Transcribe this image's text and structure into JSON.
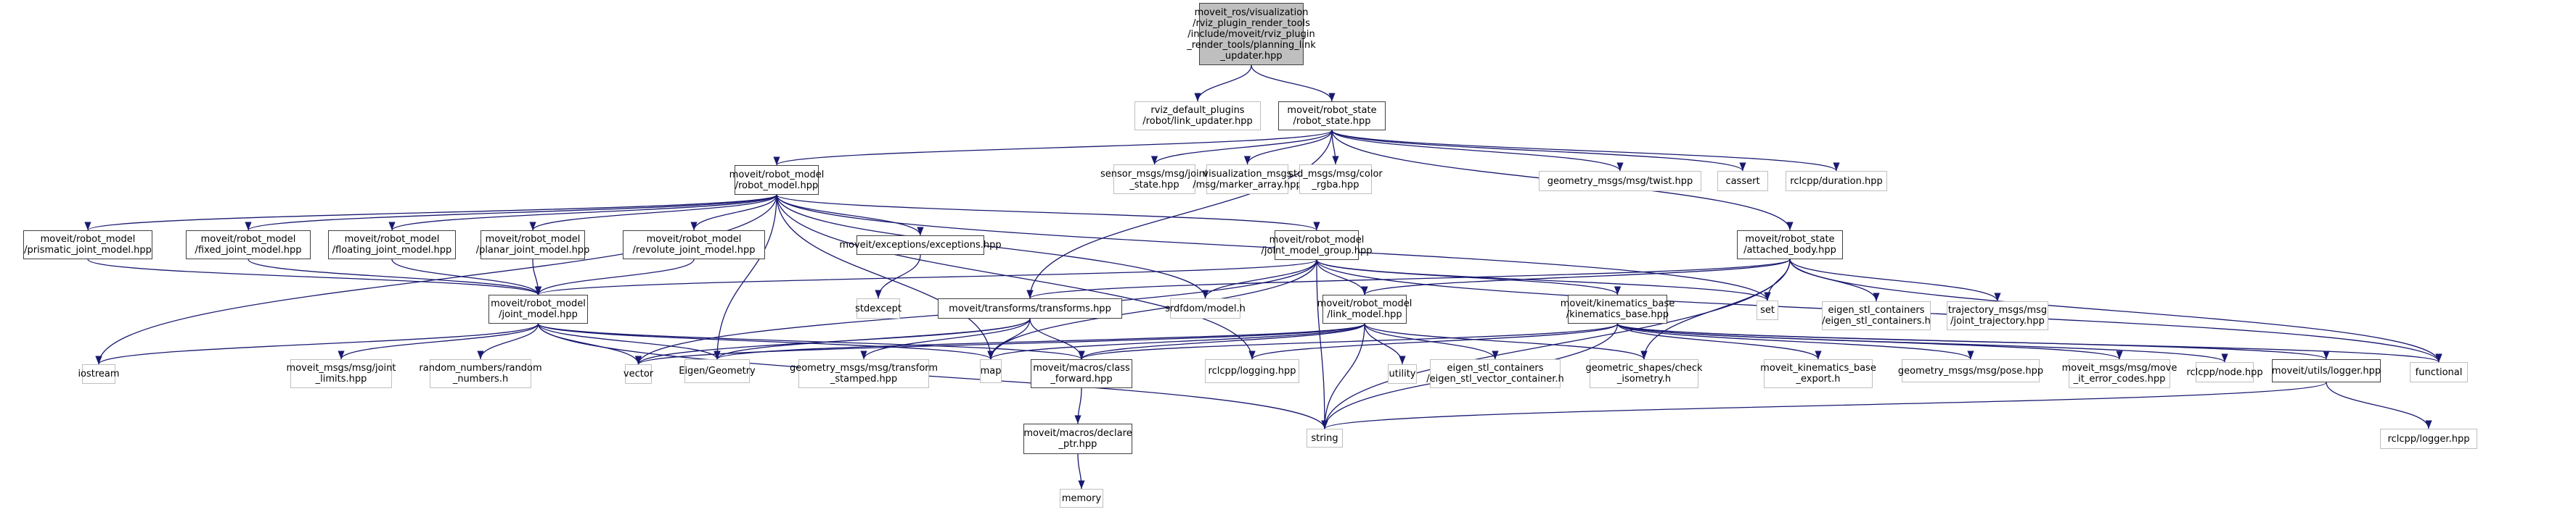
{
  "graph": {
    "title": "Include dependency graph for planning_link_updater.hpp",
    "edge_color": "#191970",
    "root_fill": "#bfbfbf",
    "nodes": [
      {
        "id": "root",
        "label": "moveit_ros/visualization\n/rviz_plugin_render_tools\n/include/moveit/rviz_plugin\n_render_tools/planning_link\n_updater.hpp",
        "kind": "root"
      },
      {
        "id": "link_updater",
        "label": "rviz_default_plugins\n/robot/link_updater.hpp",
        "kind": "external"
      },
      {
        "id": "robot_state",
        "label": "moveit/robot_state\n/robot_state.hpp",
        "kind": "internal"
      },
      {
        "id": "robot_model",
        "label": "moveit/robot_model\n/robot_model.hpp",
        "kind": "internal"
      },
      {
        "id": "joint_state",
        "label": "sensor_msgs/msg/joint\n_state.hpp",
        "kind": "external"
      },
      {
        "id": "marker_array",
        "label": "visualization_msgs\n/msg/marker_array.hpp",
        "kind": "external"
      },
      {
        "id": "color_rgba",
        "label": "std_msgs/msg/color\n_rgba.hpp",
        "kind": "external"
      },
      {
        "id": "twist",
        "label": "geometry_msgs/msg/twist.hpp",
        "kind": "external"
      },
      {
        "id": "cassert",
        "label": "cassert",
        "kind": "external"
      },
      {
        "id": "duration",
        "label": "rclcpp/duration.hpp",
        "kind": "external"
      },
      {
        "id": "prismatic",
        "label": "moveit/robot_model\n/prismatic_joint_model.hpp",
        "kind": "internal"
      },
      {
        "id": "fixed",
        "label": "moveit/robot_model\n/fixed_joint_model.hpp",
        "kind": "internal"
      },
      {
        "id": "floating",
        "label": "moveit/robot_model\n/floating_joint_model.hpp",
        "kind": "internal"
      },
      {
        "id": "planar",
        "label": "moveit/robot_model\n/planar_joint_model.hpp",
        "kind": "internal"
      },
      {
        "id": "revolute",
        "label": "moveit/robot_model\n/revolute_joint_model.hpp",
        "kind": "internal"
      },
      {
        "id": "exceptions",
        "label": "moveit/exceptions/exceptions.hpp",
        "kind": "internal"
      },
      {
        "id": "jmg",
        "label": "moveit/robot_model\n/joint_model_group.hpp",
        "kind": "internal"
      },
      {
        "id": "attached_body",
        "label": "moveit/robot_state\n/attached_body.hpp",
        "kind": "internal"
      },
      {
        "id": "joint_model",
        "label": "moveit/robot_model\n/joint_model.hpp",
        "kind": "internal"
      },
      {
        "id": "stdexcept",
        "label": "stdexcept",
        "kind": "external"
      },
      {
        "id": "transforms",
        "label": "moveit/transforms/transforms.hpp",
        "kind": "internal"
      },
      {
        "id": "srdf",
        "label": "srdfdom/model.h",
        "kind": "external"
      },
      {
        "id": "link_model",
        "label": "moveit/robot_model\n/link_model.hpp",
        "kind": "internal"
      },
      {
        "id": "kin_base",
        "label": "moveit/kinematics_base\n/kinematics_base.hpp",
        "kind": "internal"
      },
      {
        "id": "set",
        "label": "set",
        "kind": "external"
      },
      {
        "id": "eigen_containers",
        "label": "eigen_stl_containers\n/eigen_stl_containers.h",
        "kind": "external"
      },
      {
        "id": "joint_traj",
        "label": "trajectory_msgs/msg\n/joint_trajectory.hpp",
        "kind": "external"
      },
      {
        "id": "iostream",
        "label": "iostream",
        "kind": "external"
      },
      {
        "id": "joint_limits",
        "label": "moveit_msgs/msg/joint\n_limits.hpp",
        "kind": "external"
      },
      {
        "id": "random_numbers",
        "label": "random_numbers/random\n_numbers.h",
        "kind": "external"
      },
      {
        "id": "vector",
        "label": "vector",
        "kind": "external"
      },
      {
        "id": "eigen_geometry",
        "label": "Eigen/Geometry",
        "kind": "external"
      },
      {
        "id": "transform_stamped",
        "label": "geometry_msgs/msg/transform\n_stamped.hpp",
        "kind": "external"
      },
      {
        "id": "map",
        "label": "map",
        "kind": "external"
      },
      {
        "id": "class_forward",
        "label": "moveit/macros/class\n_forward.hpp",
        "kind": "internal"
      },
      {
        "id": "logging",
        "label": "rclcpp/logging.hpp",
        "kind": "external"
      },
      {
        "id": "utility",
        "label": "utility",
        "kind": "external"
      },
      {
        "id": "eigen_vector_container",
        "label": "eigen_stl_containers\n/eigen_stl_vector_container.h",
        "kind": "external"
      },
      {
        "id": "check_isometry",
        "label": "geometric_shapes/check\n_isometry.h",
        "kind": "external"
      },
      {
        "id": "kin_export",
        "label": "moveit_kinematics_base\n_export.h",
        "kind": "external"
      },
      {
        "id": "pose",
        "label": "geometry_msgs/msg/pose.hpp",
        "kind": "external"
      },
      {
        "id": "error_codes",
        "label": "moveit_msgs/msg/move\n_it_error_codes.hpp",
        "kind": "external"
      },
      {
        "id": "node",
        "label": "rclcpp/node.hpp",
        "kind": "external"
      },
      {
        "id": "logger",
        "label": "moveit/utils/logger.hpp",
        "kind": "internal"
      },
      {
        "id": "functional",
        "label": "functional",
        "kind": "external"
      },
      {
        "id": "declare_ptr",
        "label": "moveit/macros/declare\n_ptr.hpp",
        "kind": "internal"
      },
      {
        "id": "string",
        "label": "string",
        "kind": "external"
      },
      {
        "id": "rclcpp_logger",
        "label": "rclcpp/logger.hpp",
        "kind": "external"
      },
      {
        "id": "memory",
        "label": "memory",
        "kind": "external"
      }
    ],
    "edges": [
      [
        "root",
        "link_updater"
      ],
      [
        "root",
        "robot_state"
      ],
      [
        "robot_state",
        "robot_model"
      ],
      [
        "robot_state",
        "joint_state"
      ],
      [
        "robot_state",
        "marker_array"
      ],
      [
        "robot_state",
        "color_rgba"
      ],
      [
        "robot_state",
        "twist"
      ],
      [
        "robot_state",
        "cassert"
      ],
      [
        "robot_state",
        "duration"
      ],
      [
        "robot_state",
        "attached_body"
      ],
      [
        "robot_state",
        "transforms"
      ],
      [
        "robot_model",
        "prismatic"
      ],
      [
        "robot_model",
        "fixed"
      ],
      [
        "robot_model",
        "floating"
      ],
      [
        "robot_model",
        "planar"
      ],
      [
        "robot_model",
        "revolute"
      ],
      [
        "robot_model",
        "exceptions"
      ],
      [
        "robot_model",
        "jmg"
      ],
      [
        "robot_model",
        "iostream"
      ],
      [
        "robot_model",
        "eigen_geometry"
      ],
      [
        "robot_model",
        "map"
      ],
      [
        "robot_model",
        "srdf"
      ],
      [
        "robot_model",
        "logging"
      ],
      [
        "robot_model",
        "set"
      ],
      [
        "prismatic",
        "joint_model"
      ],
      [
        "fixed",
        "joint_model"
      ],
      [
        "floating",
        "joint_model"
      ],
      [
        "planar",
        "joint_model"
      ],
      [
        "revolute",
        "joint_model"
      ],
      [
        "exceptions",
        "stdexcept"
      ],
      [
        "jmg",
        "joint_model"
      ],
      [
        "jmg",
        "link_model"
      ],
      [
        "jmg",
        "srdf"
      ],
      [
        "jmg",
        "kin_base"
      ],
      [
        "jmg",
        "set"
      ],
      [
        "jmg",
        "functional"
      ],
      [
        "jmg",
        "string"
      ],
      [
        "jmg",
        "map"
      ],
      [
        "jmg",
        "vector"
      ],
      [
        "attached_body",
        "link_model"
      ],
      [
        "attached_body",
        "transforms"
      ],
      [
        "attached_body",
        "set"
      ],
      [
        "attached_body",
        "eigen_containers"
      ],
      [
        "attached_body",
        "joint_traj"
      ],
      [
        "attached_body",
        "functional"
      ],
      [
        "attached_body",
        "string"
      ],
      [
        "attached_body",
        "check_isometry"
      ],
      [
        "joint_model",
        "iostream"
      ],
      [
        "joint_model",
        "joint_limits"
      ],
      [
        "joint_model",
        "random_numbers"
      ],
      [
        "joint_model",
        "vector"
      ],
      [
        "joint_model",
        "eigen_geometry"
      ],
      [
        "joint_model",
        "map"
      ],
      [
        "joint_model",
        "string"
      ],
      [
        "joint_model",
        "class_forward"
      ],
      [
        "transforms",
        "eigen_geometry"
      ],
      [
        "transforms",
        "transform_stamped"
      ],
      [
        "transforms",
        "map"
      ],
      [
        "transforms",
        "class_forward"
      ],
      [
        "transforms",
        "vector"
      ],
      [
        "link_model",
        "utility"
      ],
      [
        "link_model",
        "eigen_vector_container"
      ],
      [
        "link_model",
        "check_isometry"
      ],
      [
        "link_model",
        "string"
      ],
      [
        "link_model",
        "map"
      ],
      [
        "link_model",
        "eigen_geometry"
      ],
      [
        "link_model",
        "class_forward"
      ],
      [
        "link_model",
        "vector"
      ],
      [
        "kin_base",
        "kin_export"
      ],
      [
        "kin_base",
        "pose"
      ],
      [
        "kin_base",
        "error_codes"
      ],
      [
        "kin_base",
        "node"
      ],
      [
        "kin_base",
        "logger"
      ],
      [
        "kin_base",
        "functional"
      ],
      [
        "kin_base",
        "string"
      ],
      [
        "kin_base",
        "class_forward"
      ],
      [
        "kin_base",
        "logging"
      ],
      [
        "class_forward",
        "declare_ptr"
      ],
      [
        "declare_ptr",
        "memory"
      ],
      [
        "logger",
        "rclcpp_logger"
      ],
      [
        "logger",
        "string"
      ]
    ]
  }
}
